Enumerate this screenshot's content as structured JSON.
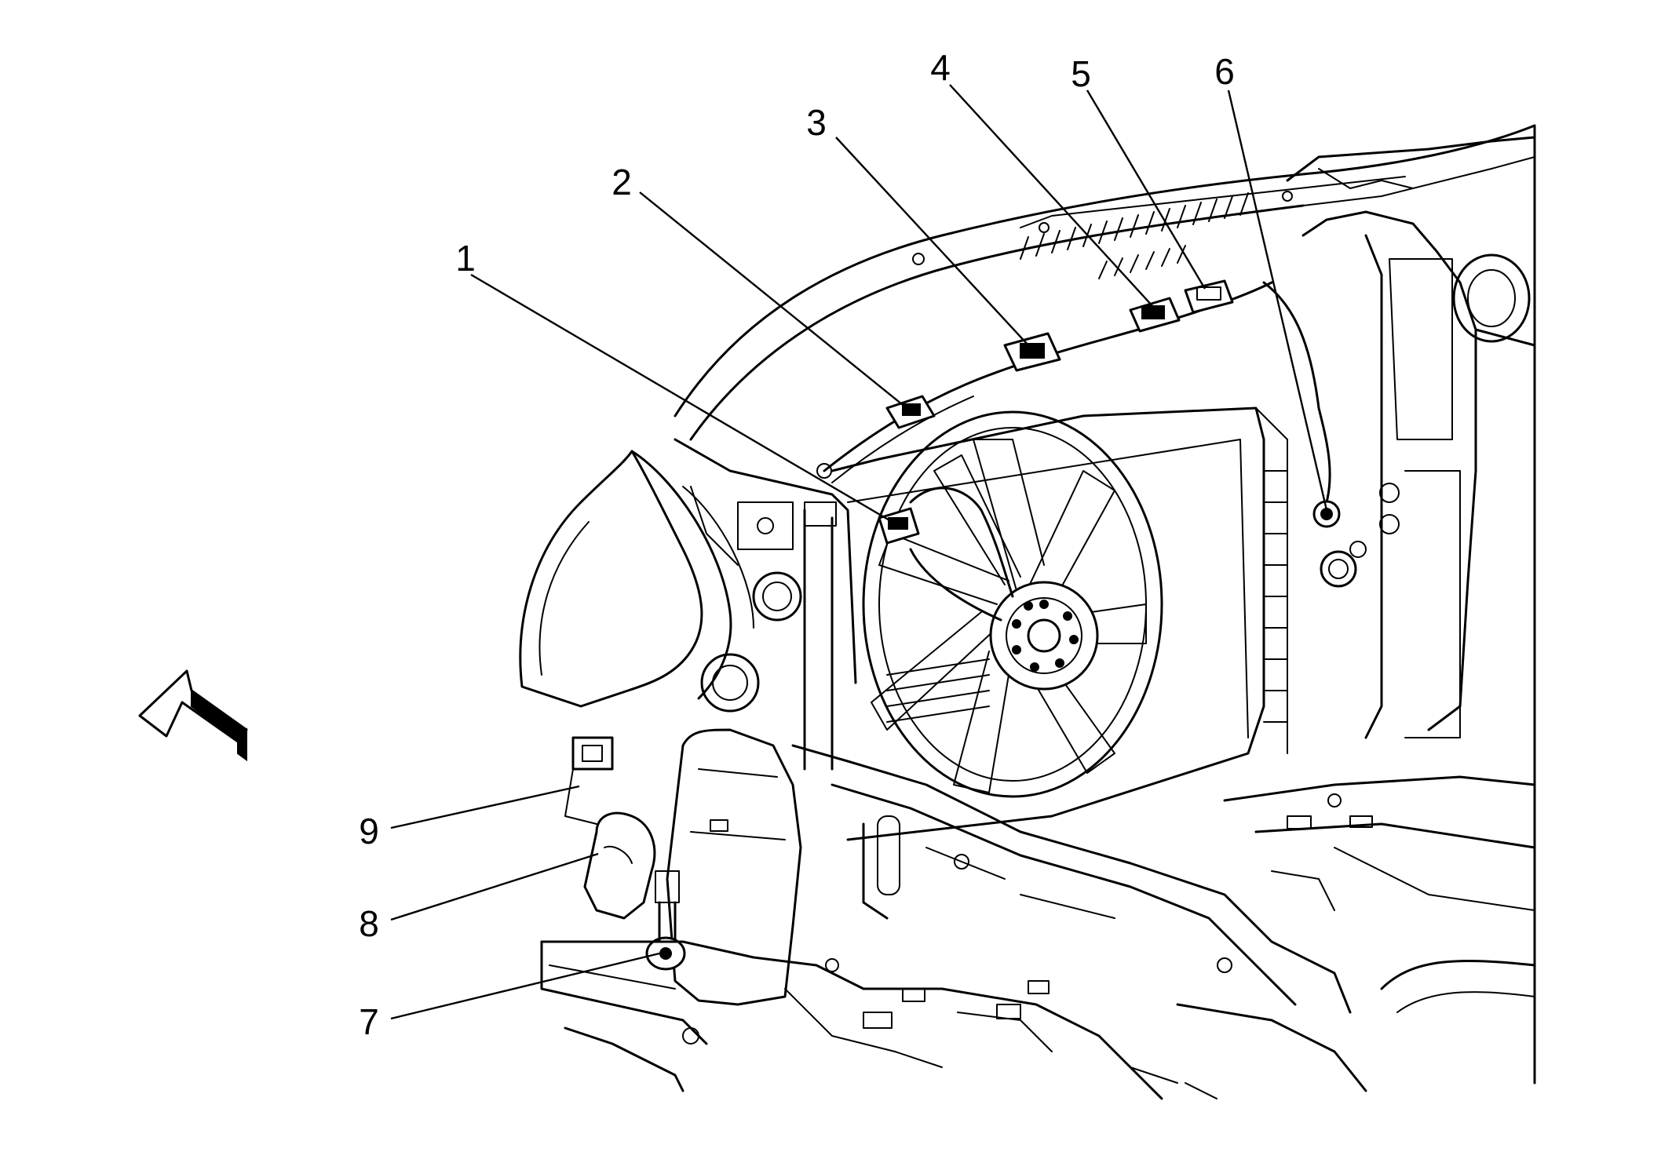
{
  "diagram": {
    "callouts": [
      {
        "id": 1,
        "label": "1"
      },
      {
        "id": 2,
        "label": "2"
      },
      {
        "id": 3,
        "label": "3"
      },
      {
        "id": 4,
        "label": "4"
      },
      {
        "id": 5,
        "label": "5"
      },
      {
        "id": 6,
        "label": "6"
      },
      {
        "id": 7,
        "label": "7"
      },
      {
        "id": 8,
        "label": "8"
      },
      {
        "id": 9,
        "label": "9"
      }
    ],
    "direction_arrow": "front-of-vehicle-arrow"
  }
}
